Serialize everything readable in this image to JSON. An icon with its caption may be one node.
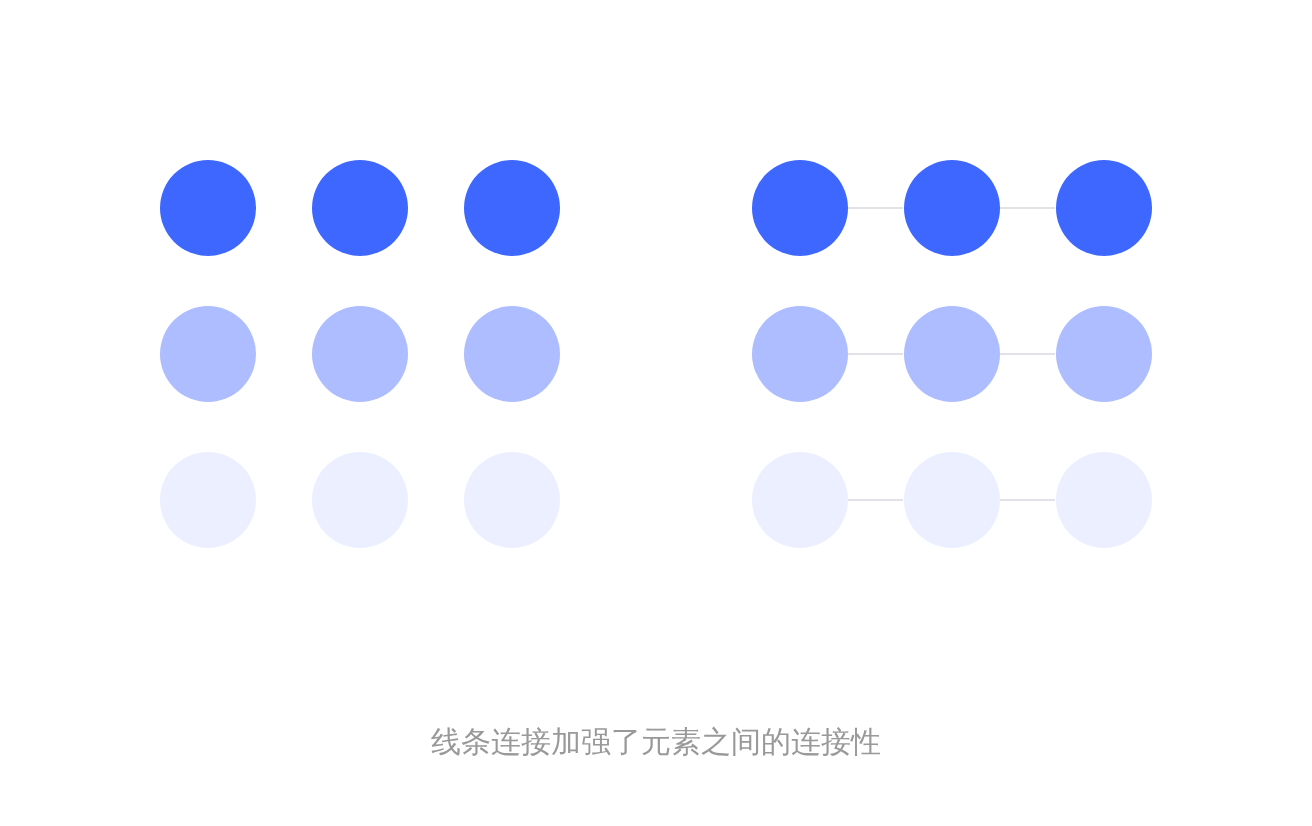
{
  "diagram": {
    "caption": "线条连接加强了元素之间的连接性",
    "nodes": [
      {
        "text": [],
        "shape": "circle"
      },
      {
        "text": [],
        "shape": "circle"
      },
      {
        "text": [],
        "shape": "circle"
      },
      {
        "text": [],
        "shape": "circle"
      },
      {
        "text": [],
        "shape": "circle"
      },
      {
        "text": [],
        "shape": "circle"
      },
      {
        "text": [],
        "shape": "circle"
      },
      {
        "text": [],
        "shape": "circle"
      },
      {
        "text": [],
        "shape": "circle"
      },
      {
        "text": [],
        "shape": "circle"
      },
      {
        "text": [],
        "shape": "circle"
      },
      {
        "text": [],
        "shape": "circle"
      },
      {
        "text": [],
        "shape": "circle"
      },
      {
        "text": [],
        "shape": "circle"
      },
      {
        "text": [],
        "shape": "circle"
      },
      {
        "text": [],
        "shape": "circle"
      },
      {
        "text": [],
        "shape": "circle"
      },
      {
        "text": [],
        "shape": "circle"
      }
    ],
    "edges": [
      {
        "from": 9,
        "to": 10,
        "arrow": "none"
      },
      {
        "from": 10,
        "to": 11,
        "arrow": "none"
      },
      {
        "from": 12,
        "to": 13,
        "arrow": "none"
      },
      {
        "from": 13,
        "to": 14,
        "arrow": "none"
      },
      {
        "from": 15,
        "to": 16,
        "arrow": "none"
      },
      {
        "from": 16,
        "to": 17,
        "arrow": "none"
      }
    ]
  }
}
